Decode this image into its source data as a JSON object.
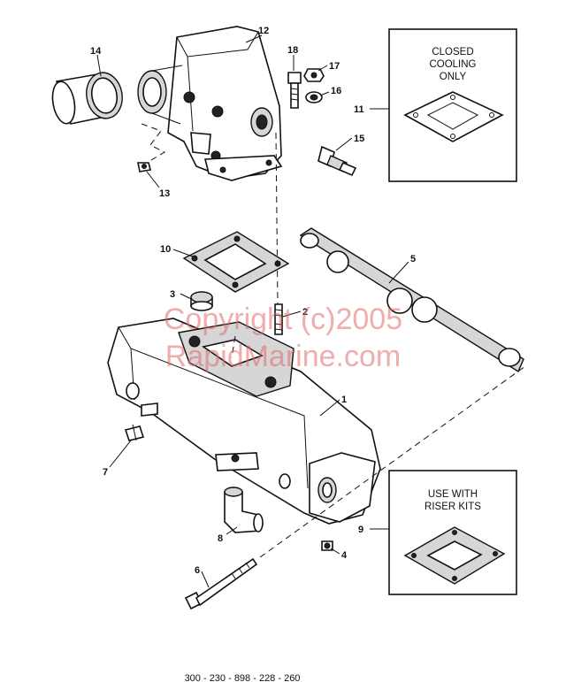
{
  "callouts": {
    "c1": "1",
    "c2": "2",
    "c3": "3",
    "c4": "4",
    "c5": "5",
    "c6": "6",
    "c7": "7",
    "c8": "8",
    "c9": "9",
    "c10": "10",
    "c11": "11",
    "c12": "12",
    "c13": "13",
    "c14": "14",
    "c15": "15",
    "c16": "16",
    "c17": "17",
    "c18": "18"
  },
  "closed_box": {
    "line1": "CLOSED",
    "line2": "COOLING",
    "line3": "ONLY"
  },
  "riser_box": {
    "line1": "USE WITH",
    "line2": "RISER KITS"
  },
  "watermark": {
    "line1": "Copyright (c)2005",
    "line2": "RapidMarine.com"
  },
  "footer_code": "300 - 230 - 898 - 228 - 260"
}
